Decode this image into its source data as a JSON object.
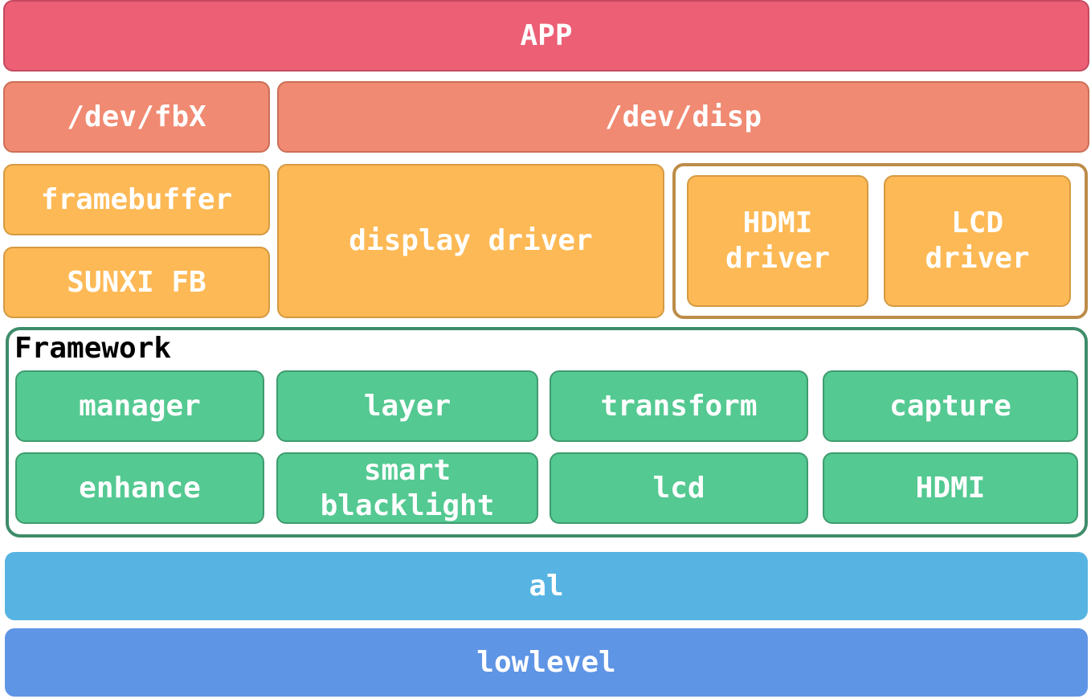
{
  "app": {
    "label": "APP"
  },
  "devices": {
    "fb": "/dev/fbX",
    "disp": "/dev/disp"
  },
  "drivers": {
    "framebuffer": "framebuffer",
    "sunxi_fb": "SUNXI FB",
    "display": "display driver",
    "hdmi": "HDMI\ndriver",
    "lcd": "LCD\ndriver"
  },
  "framework": {
    "title": "Framework",
    "modules": [
      "manager",
      "layer",
      "transform",
      "capture",
      "enhance",
      "smart\nblacklight",
      "lcd",
      "HDMI"
    ]
  },
  "al": {
    "label": "al"
  },
  "lowlevel": {
    "label": "lowlevel"
  },
  "colors": {
    "app": "#ec5f75",
    "device": "#f08a72",
    "driver": "#fdb955",
    "framework": "#54c992",
    "al": "#57b4e2",
    "lowlevel": "#5f95e5"
  }
}
